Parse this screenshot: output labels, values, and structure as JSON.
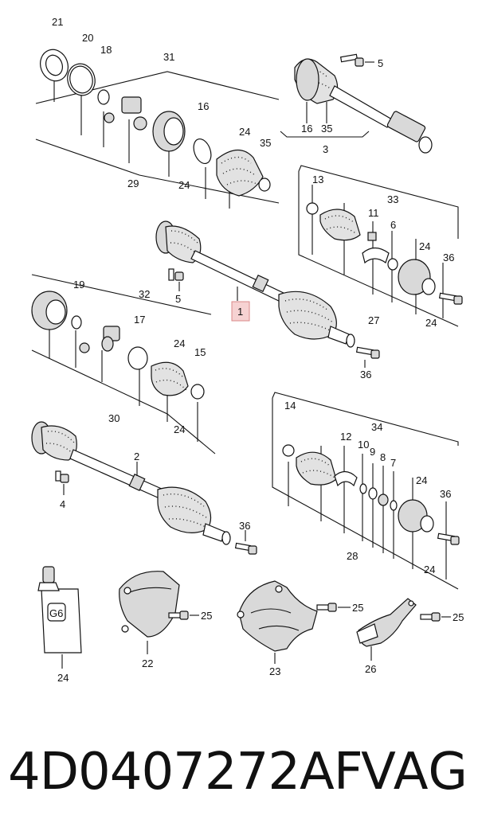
{
  "callouts": {
    "c21": "21",
    "c20": "20",
    "c18": "18",
    "c31": "31",
    "c16a": "16",
    "c24a": "24",
    "c35a": "35",
    "c29": "29",
    "c24b": "24",
    "c5a": "5",
    "c16b": "16",
    "c35b": "35",
    "c3": "3",
    "c13": "13",
    "c11": "11",
    "c6": "6",
    "c33": "33",
    "c24c": "24",
    "c36a": "36",
    "c27": "27",
    "c24d": "24",
    "c5b": "5",
    "c1": "1",
    "c36b": "36",
    "c19": "19",
    "c32": "32",
    "c17": "17",
    "c24e": "24",
    "c15": "15",
    "c30": "30",
    "c24f": "24",
    "c14": "14",
    "c12": "12",
    "c10": "10",
    "c9": "9",
    "c8": "8",
    "c7": "7",
    "c34": "34",
    "c24g": "24",
    "c36c": "36",
    "c28": "28",
    "c24h": "24",
    "c2": "2",
    "c4": "4",
    "c36d": "36",
    "c25a": "25",
    "c25b": "25",
    "c25c": "25",
    "c24i": "24",
    "c22": "22",
    "c23": "23",
    "c26": "26",
    "tube_text": "G6"
  },
  "footer": {
    "part_number": "4D0407272AF",
    "brand": "VAG"
  },
  "colors": {
    "highlight_fill": "#f6d2d2",
    "highlight_stroke": "#d98888"
  }
}
